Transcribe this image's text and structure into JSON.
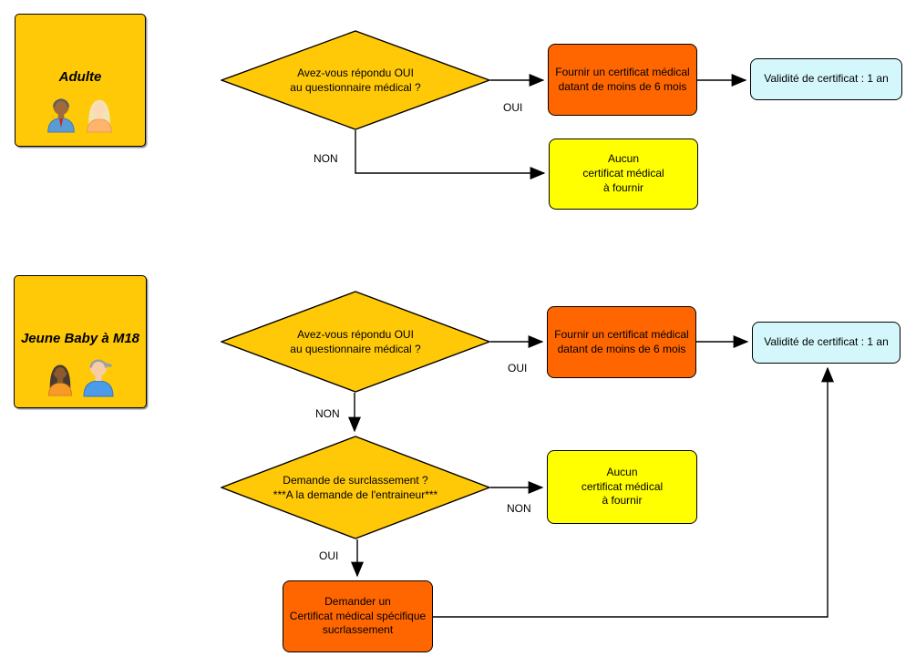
{
  "colors": {
    "gold": "#FFC907",
    "orange": "#FF6600",
    "yellow": "#FFFF00",
    "cyan": "#D4F7FB",
    "line": "#000000"
  },
  "actors": {
    "adulte": {
      "label": "Adulte"
    },
    "jeune_baby": {
      "label": "Jeune Baby à M18"
    }
  },
  "nodes": {
    "question_medical": {
      "line1": "Avez-vous répondu OUI",
      "line2": "au questionnaire médical ?"
    },
    "fournir_certificat": {
      "line1": "Fournir un certificat médical",
      "line2": "datant de moins de 6 mois"
    },
    "validite_certificat": {
      "label": "Validité de certificat : 1 an"
    },
    "aucun_certificat": {
      "line1": "Aucun",
      "line2": "certificat médical",
      "line3": "à fournir"
    },
    "demande_surclassement": {
      "line1": "Demande de surclassement ?",
      "line2": "***A la demande de l'entraineur***"
    },
    "demander_certificat_specifique": {
      "line1": "Demander un",
      "line2": "Certificat médical spécifique",
      "line3": "sucrlassement"
    }
  },
  "edge_labels": {
    "oui": "OUI",
    "non": "NON"
  }
}
